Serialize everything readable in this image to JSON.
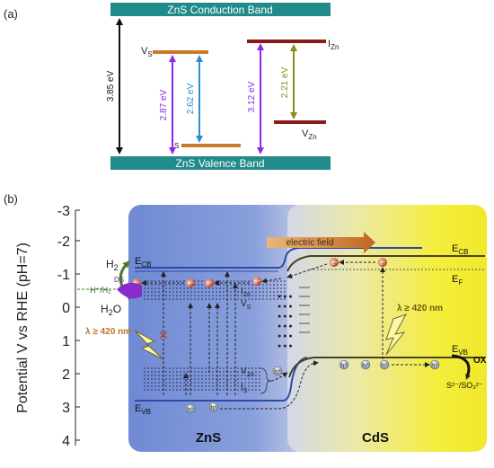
{
  "panel_a": {
    "label": "(a)",
    "conduction_band": "ZnS Conduction Band",
    "valence_band": "ZnS Valence Band",
    "levels": {
      "vs": "V",
      "vs_sub": "S",
      "is": "I",
      "is_sub": "S",
      "izn": "I",
      "izn_sub": "Zn",
      "vzn": "V",
      "vzn_sub": "Zn"
    },
    "transitions": [
      {
        "value": "3.85 eV",
        "color": "#111111"
      },
      {
        "value": "2.87 eV",
        "color": "#8a2be2"
      },
      {
        "value": "2.62 eV",
        "color": "#2a8fd0"
      },
      {
        "value": "3.12 eV",
        "color": "#8a2be2"
      },
      {
        "value": "2.21 eV",
        "color": "#8c8c1a"
      }
    ],
    "colors": {
      "band": "#218a8a",
      "vs_level": "#c87a2a",
      "izn_level": "#8b1a1a"
    }
  },
  "panel_b": {
    "label": "(b)",
    "y_axis_label": "Potential V vs RHE (pH=7)",
    "y_ticks": [
      "-3",
      "-2",
      "-1",
      "0",
      "1",
      "2",
      "3",
      "4"
    ],
    "zns_label": "ZnS",
    "cds_label": "CdS",
    "electric_field": "electric field",
    "ecb": "E",
    "ecb_sub": "CB",
    "evb": "E",
    "evb_sub": "VB",
    "ef": "E",
    "ef_sub": "F",
    "h2": "H",
    "h2_sub": "2",
    "h2o": "H",
    "h2o_mid": "2",
    "h2o_end": "O",
    "h_plus_h2": "H⁺/H₂",
    "ds": "DS",
    "light_left": "λ ≥ 420 nm",
    "light_right": "λ ≥ 420 nm",
    "levels": {
      "izn": "I",
      "izn_sub": "Zn",
      "vs": "V",
      "vs_sub": "S",
      "vzn": "V",
      "vzn_sub": "Zn",
      "is": "I",
      "is_sub": "S"
    },
    "electron": "e⁻",
    "hole": "h⁺",
    "ox": "OX",
    "sacrificial": "S²⁻/SO₃²⁻",
    "colors": {
      "zns_bg": "#7f97d8",
      "cds_bg": "#f2ee3a",
      "band_blue": "#2d4aa8",
      "band_olive": "#4a4320",
      "field_arrow": "#c0661e"
    }
  }
}
